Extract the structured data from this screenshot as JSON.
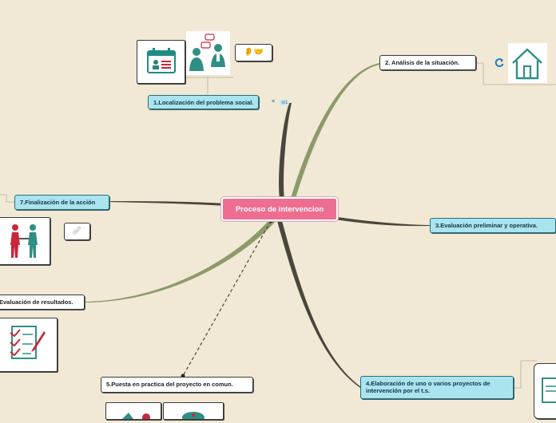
{
  "colors": {
    "background": "#f1e9d5",
    "central": "#ee6e91",
    "blue_node": "#a9e4ef",
    "branch_dark": "#4b463d",
    "branch_green": "#8d9a6a"
  },
  "central": {
    "label": "Proceso de intervencion"
  },
  "nodes": {
    "n1": {
      "label": "1.Localización del problema social."
    },
    "n2": {
      "label": "2. Análisis de la situación."
    },
    "n3": {
      "label": "3.Evaluación preliminar y operativa."
    },
    "n4": {
      "label": "4.Elaboración de uno o varios proyectos de intervención por el t.s."
    },
    "n5": {
      "label": "5.Puesta en practica del proyecto en comun."
    },
    "n6": {
      "label": "Evaluación de resultados."
    },
    "n7": {
      "label": "7.Finalización de la acción"
    }
  },
  "emojis": {
    "n1": "👂🤝",
    "n7": "🩹"
  },
  "badges": {
    "n1_note": "≡",
    "n1_attach": "⊘1"
  },
  "icons": [
    "calendar-card-icon",
    "conversation-people-icon",
    "house-icon",
    "refresh-icon",
    "handshake-people-icon",
    "checklist-icon",
    "document-icon"
  ]
}
